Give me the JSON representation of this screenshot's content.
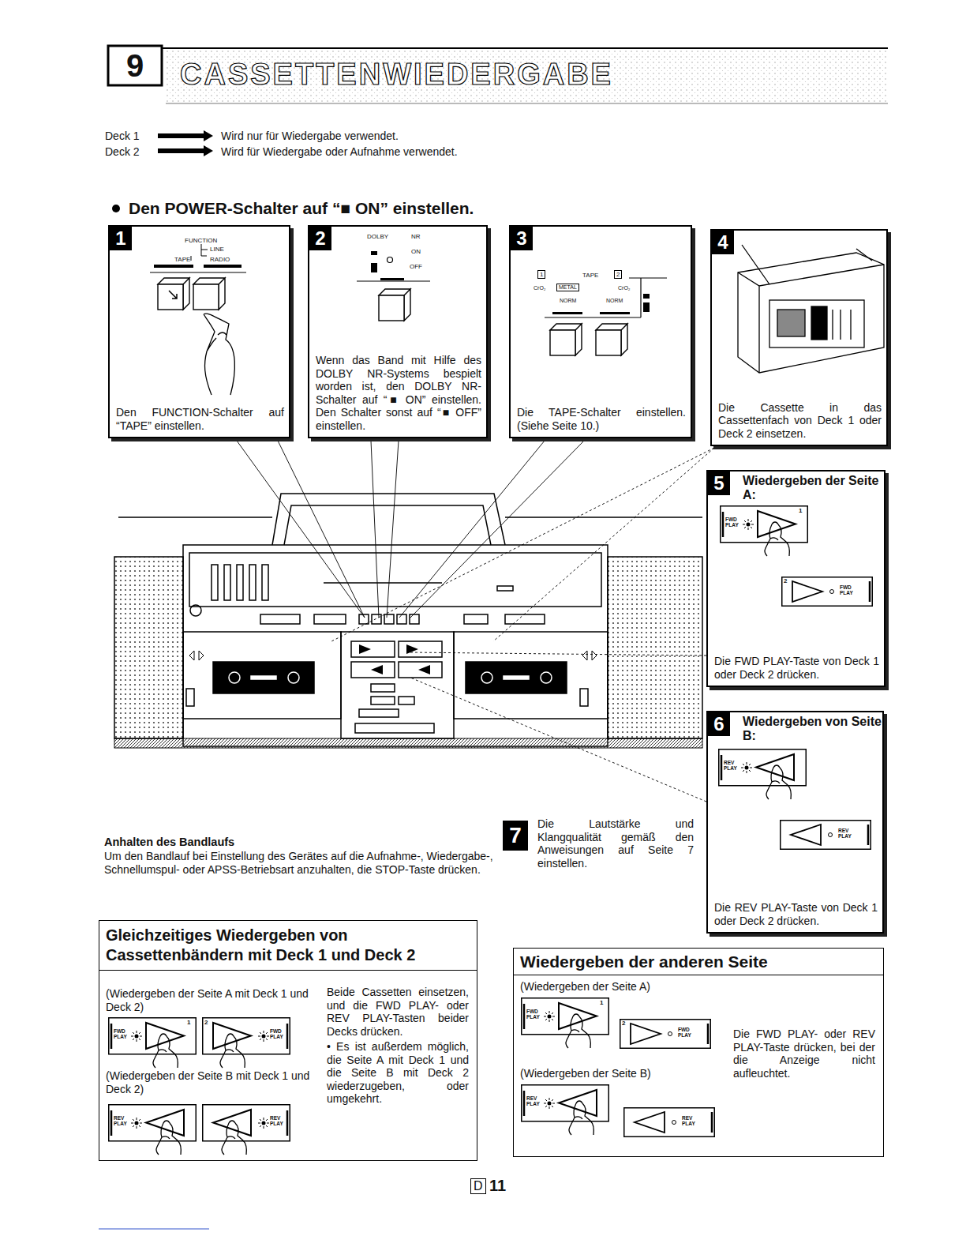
{
  "diagram": {
    "title": "CASSETTENWIEDERGABE",
    "nodes": [
      {
        "text": [
          "1",
          "Den FUNCTION-Schalter auf “TAPE” einstellen."
        ]
      },
      {
        "text": [
          "2",
          "Wenn das Band mit Hilfe des DOLBY NR-Systems bespielt worden ist, den DOLBY NR-Schalter auf “■ ON” einstellen. Den Schalter sonst auf “■ OFF” einstellen."
        ]
      },
      {
        "text": [
          "3",
          "Die TAPE-Schalter einstellen. (Siehe Seite 10.)"
        ]
      },
      {
        "text": [
          "4",
          "Die Cassette in das Cassettenfach von Deck 1 oder Deck 2 einsetzen."
        ]
      },
      {
        "text": [
          "5",
          "Wiedergeben der Seite A:",
          "Die FWD PLAY-Taste von Deck 1 oder Deck 2 drücken."
        ]
      },
      {
        "text": [
          "6",
          "Wiedergeben von Seite B:",
          "Die REV PLAY-Taste von Deck 1 oder Deck 2 drücken."
        ]
      },
      {
        "text": [
          "7",
          "Die Lautstärke und Klangqualität gemäß den Anweisungen auf Seite 7 einstellen."
        ]
      },
      {
        "text": [
          "Gleichzeitiges Wiedergeben von Cassettenbändern mit Deck 1 und Deck 2",
          "(Wiedergeben der Seite A mit Deck 1 und Deck 2)",
          "(Wiedergeben der Seite B mit Deck 1 und Deck 2)",
          "Beide Cassetten einsetzen, und die FWD PLAY- oder REV PLAY-Tasten beider Decks drücken.",
          "• Es ist außerdem möglich, die Seite A mit Deck 1 und die Seite B mit Deck 2 wiederzugeben, oder umgekehrt."
        ]
      },
      {
        "text": [
          "Wiedergeben der anderen Seite",
          "(Wiedergeben der Seite A)",
          "(Wiedergeben der Seite B)",
          "Die FWD PLAY- oder REV PLAY-Taste drücken, bei der die Anzeige nicht aufleuchtet."
        ]
      }
    ],
    "labels": [
      "9",
      "Deck 1",
      "Wird nur für Wiedergabe verwendet.",
      "Deck 2",
      "Wird für Wiedergabe oder Aufnahme verwendet.",
      "Den POWER-Schalter auf “■ ON” einstellen.",
      "FUNCTION",
      "LINE",
      "TAPE",
      "RADIO",
      "DOLBY",
      "NR",
      "ON",
      "OFF",
      "1",
      "TAPE",
      "2",
      "CrO₂",
      "METAL",
      "CrO₂",
      "NORM",
      "NORM",
      "FWD PLAY",
      "1",
      "2",
      "FWD PLAY",
      "REV PLAY",
      "REV PLAY",
      "FWD PLAY",
      "1",
      "2",
      "FWD PLAY",
      "REV PLAY",
      "REV PLAY",
      "FWD PLAY",
      "1",
      "2",
      "FWD PLAY",
      "REV PLAY",
      "REV PLAY",
      "Anhalten des Bandlaufs",
      "Um den Bandlauf bei Einstellung des Gerätes auf die Aufnahme-, Wiedergabe-, Schnellumspul- oder APSS-Betriebsart anzuhalten, die STOP-Taste drücken.",
      "D",
      "11"
    ]
  }
}
